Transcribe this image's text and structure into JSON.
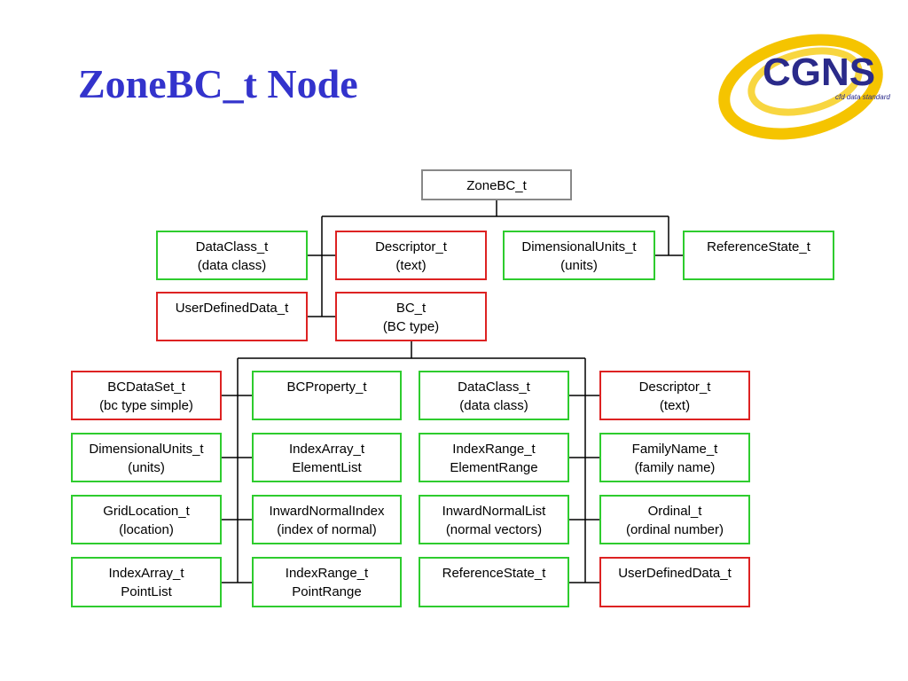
{
  "title": "ZoneBC_t Node",
  "logo": {
    "text": "CGNS",
    "tagline": "cfd data standard",
    "ring_color": "#f5c400",
    "text_color": "#2a2a8a"
  },
  "colors": {
    "title": "#3333cc",
    "required_border": "#dd2222",
    "optional_border": "#2ecc2e",
    "root_border": "#888888"
  },
  "root": {
    "line1": "ZoneBC_t"
  },
  "zone_children": [
    {
      "line1": "DataClass_t",
      "line2": "(data class)",
      "status": "optional"
    },
    {
      "line1": "Descriptor_t",
      "line2": "(text)",
      "status": "required"
    },
    {
      "line1": "DimensionalUnits_t",
      "line2": "(units)",
      "status": "optional"
    },
    {
      "line1": "ReferenceState_t",
      "line2": "",
      "status": "optional"
    },
    {
      "line1": "UserDefinedData_t",
      "line2": "",
      "status": "required"
    },
    {
      "line1": "BC_t",
      "line2": "(BC type)",
      "status": "required"
    }
  ],
  "bc_children": {
    "col1": [
      {
        "line1": "BCDataSet_t",
        "line2": "(bc type simple)",
        "status": "required"
      },
      {
        "line1": "DimensionalUnits_t",
        "line2": "(units)",
        "status": "optional"
      },
      {
        "line1": "GridLocation_t",
        "line2": "(location)",
        "status": "optional"
      },
      {
        "line1": "IndexArray_t",
        "line2": "PointList",
        "status": "optional"
      }
    ],
    "col2": [
      {
        "line1": "BCProperty_t",
        "line2": "",
        "status": "optional"
      },
      {
        "line1": "IndexArray_t",
        "line2": "ElementList",
        "status": "optional"
      },
      {
        "line1": "InwardNormalIndex",
        "line2": "(index of normal)",
        "status": "optional"
      },
      {
        "line1": "IndexRange_t",
        "line2": "PointRange",
        "status": "optional"
      }
    ],
    "col3": [
      {
        "line1": "DataClass_t",
        "line2": "(data class)",
        "status": "optional"
      },
      {
        "line1": "IndexRange_t",
        "line2": "ElementRange",
        "status": "optional"
      },
      {
        "line1": "InwardNormalList",
        "line2": "(normal vectors)",
        "status": "optional"
      },
      {
        "line1": "ReferenceState_t",
        "line2": "",
        "status": "optional"
      }
    ],
    "col4": [
      {
        "line1": "Descriptor_t",
        "line2": "(text)",
        "status": "required"
      },
      {
        "line1": "FamilyName_t",
        "line2": "(family name)",
        "status": "optional"
      },
      {
        "line1": "Ordinal_t",
        "line2": "(ordinal number)",
        "status": "optional"
      },
      {
        "line1": "UserDefinedData_t",
        "line2": "",
        "status": "required"
      }
    ]
  }
}
